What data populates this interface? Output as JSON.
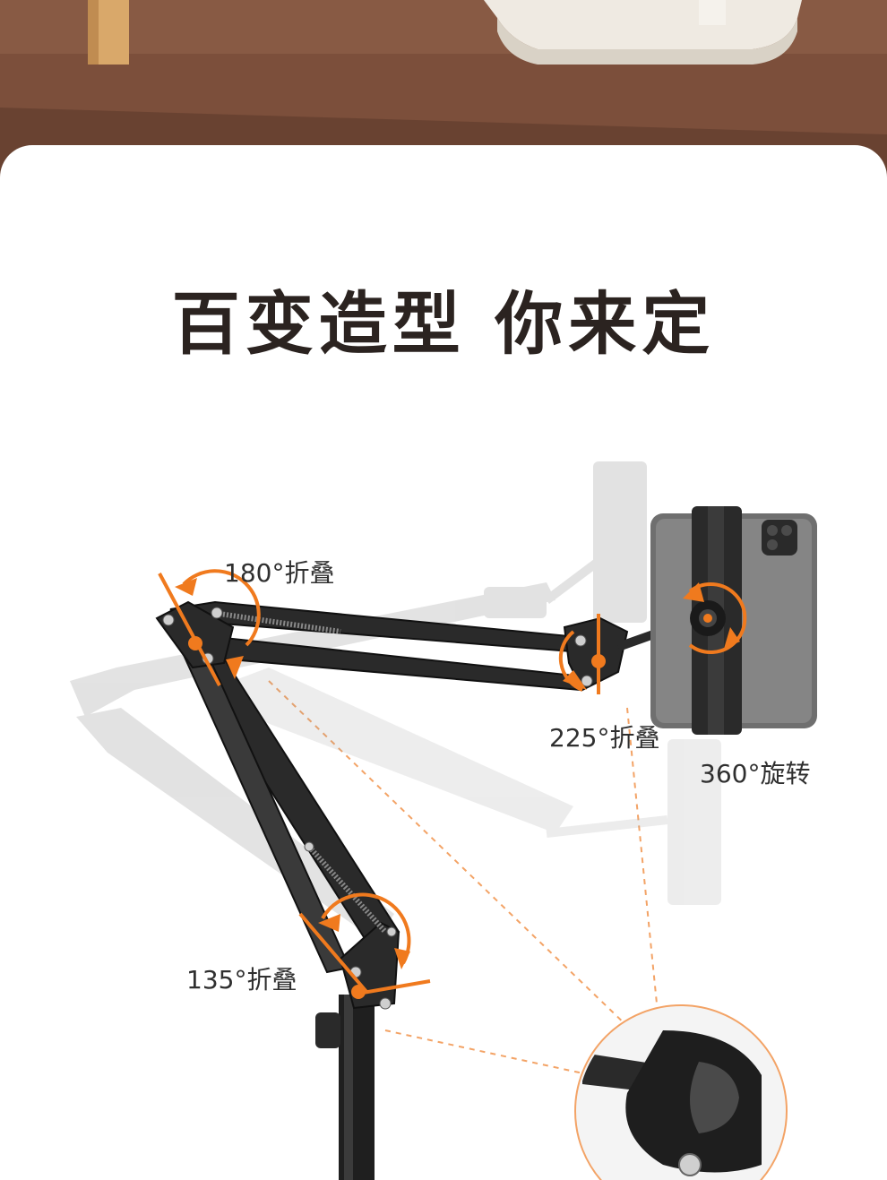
{
  "headline": "百变造型 你来定",
  "labels": {
    "fold_180": "180°折叠",
    "fold_225": "225°折叠",
    "rotate_360": "360°旋转",
    "fold_135": "135°折叠"
  },
  "colors": {
    "accent": "#f07a1e",
    "headline": "#2b2320",
    "metal": "#2a2a2a",
    "ghost": "#cfcfcf"
  }
}
